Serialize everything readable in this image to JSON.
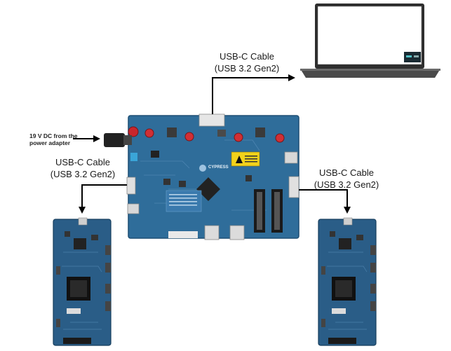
{
  "labels": {
    "top_cable_line1": "USB-C Cable",
    "top_cable_line2": "(USB 3.2 Gen2)",
    "left_cable_line1": "USB-C Cable",
    "left_cable_line2": "(USB 3.2 Gen2)",
    "right_cable_line1": "USB-C Cable",
    "right_cable_line2": "(USB 3.2 Gen2)",
    "power_line1": "19 V DC from the",
    "power_line2": "power adapter",
    "board_brand": "CYPRESS"
  },
  "colors": {
    "pcb_main": "#2f6d9a",
    "pcb_dark": "#1e4f74",
    "pcb_daughter": "#2a5d87",
    "laptop_frame": "#3a3a3a",
    "arrow": "#000000"
  }
}
